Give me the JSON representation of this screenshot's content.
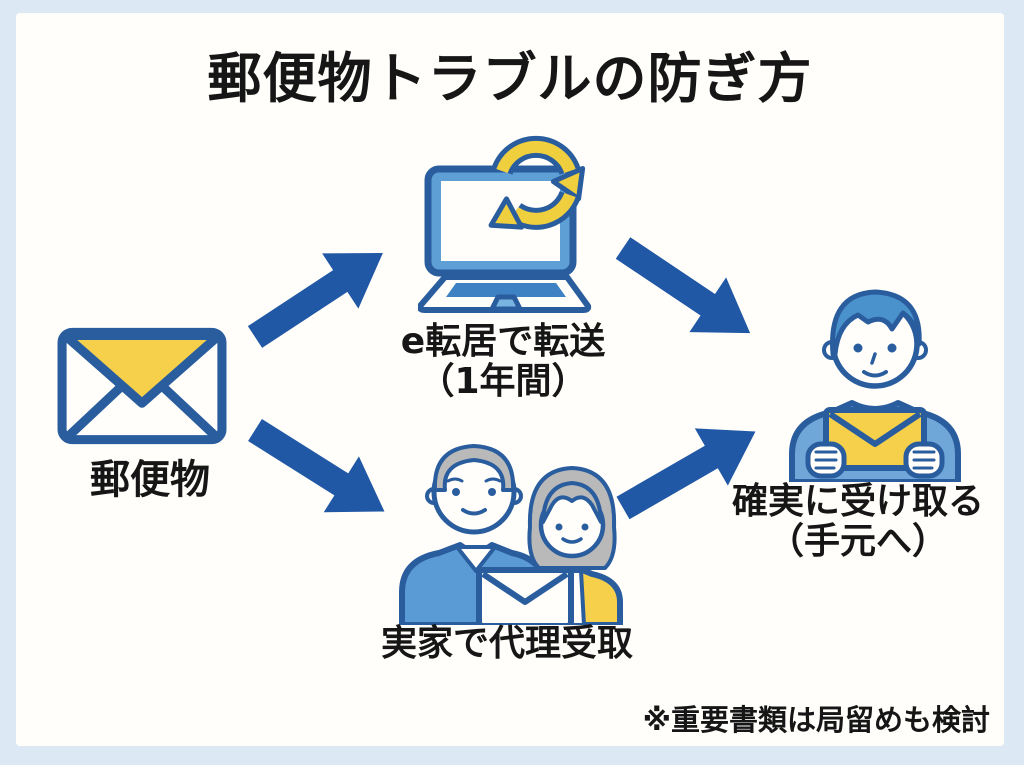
{
  "title": "郵便物トラブルの防ぎ方",
  "nodes": {
    "mail": {
      "label": "郵便物",
      "icon": "envelope-icon"
    },
    "forward": {
      "line1": "e転居で転送",
      "line2": "（1年間）",
      "icon": "laptop-sync-icon"
    },
    "proxy": {
      "label": "実家で代理受取",
      "icon": "elderly-couple-icon"
    },
    "receive": {
      "line1": "確実に受け取る",
      "line2": "（手元へ）",
      "icon": "person-holding-envelope-icon"
    }
  },
  "arrows": [
    {
      "from": "mail",
      "to": "forward"
    },
    {
      "from": "mail",
      "to": "proxy"
    },
    {
      "from": "forward",
      "to": "receive"
    },
    {
      "from": "proxy",
      "to": "receive"
    }
  ],
  "footnote": "※重要書類は局留めも検討",
  "colors": {
    "background": "#dce9f4",
    "card": "#fffefa",
    "arrow_blue": "#2058a6",
    "outline_blue": "#2a5d9e",
    "accent_yellow": "#f6d04b",
    "mid_blue": "#5b9bd5",
    "hair_gray": "#b9b9b9",
    "text": "#161616"
  }
}
